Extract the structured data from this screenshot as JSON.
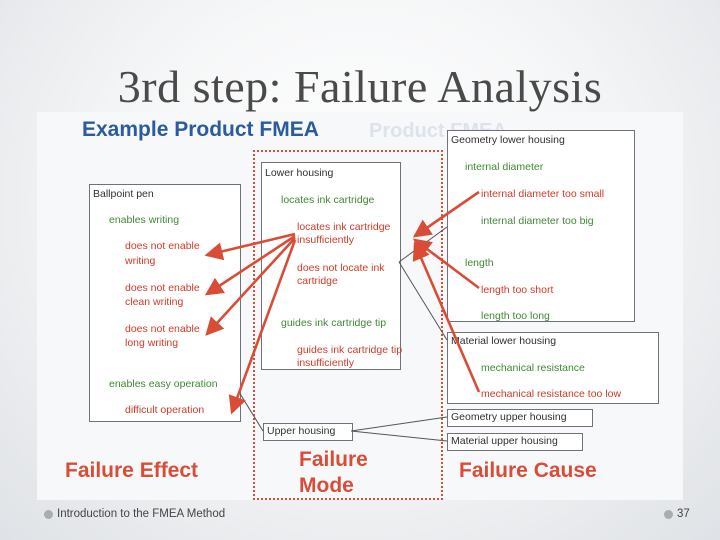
{
  "slide": {
    "title": "3rd step: Failure Analysis",
    "footer_text": "Introduction to the FMEA Method",
    "page_number": "37"
  },
  "figure": {
    "title": "Example Product FMEA",
    "left_box": {
      "header": "Ballpoint pen",
      "items": [
        {
          "text": "enables writing",
          "color": "green"
        },
        {
          "text": "does not enable\nwriting",
          "color": "red"
        },
        {
          "text": "does not enable\nclean writing",
          "color": "red"
        },
        {
          "text": "does not enable\nlong writing",
          "color": "red"
        },
        {
          "text": "enables easy operation",
          "color": "green"
        },
        {
          "text": "difficult operation",
          "color": "red"
        }
      ]
    },
    "middle_box": {
      "header": "Lower housing",
      "items": [
        {
          "text": "locates ink cartridge",
          "color": "green"
        },
        {
          "text": "locates ink cartridge\ninsufficiently",
          "color": "red"
        },
        {
          "text": "does not locate ink\ncartridge",
          "color": "red"
        },
        {
          "text": "guides ink cartridge tip",
          "color": "green"
        },
        {
          "text": "guides ink cartridge tip\ninsufficiently",
          "color": "red"
        }
      ],
      "upper_housing": "Upper housing"
    },
    "right_box_top": {
      "header": "Geometry lower housing",
      "items": [
        {
          "text": "internal diameter",
          "color": "green"
        },
        {
          "text": "internal diameter too small",
          "color": "red"
        },
        {
          "text": "internal diameter too big",
          "color": "green"
        },
        {
          "text": "length",
          "color": "green"
        },
        {
          "text": "length too short",
          "color": "red"
        },
        {
          "text": "length too long",
          "color": "green"
        }
      ]
    },
    "right_box_material": {
      "header": "Material lower housing",
      "items": [
        {
          "text": "mechanical resistance",
          "color": "green"
        },
        {
          "text": "mechanical resistance too low",
          "color": "red"
        }
      ]
    },
    "geometry_upper": "Geometry upper housing",
    "material_upper": "Material upper housing",
    "labels": {
      "failure_effect": "Failure Effect",
      "failure_mode_line1": "Failure",
      "failure_mode_line2": "Mode",
      "failure_cause": "Failure Cause"
    },
    "colors": {
      "title_blue": "#2b5b9c",
      "accent_red": "#d94d37",
      "function_green": "#3e8a33"
    }
  }
}
